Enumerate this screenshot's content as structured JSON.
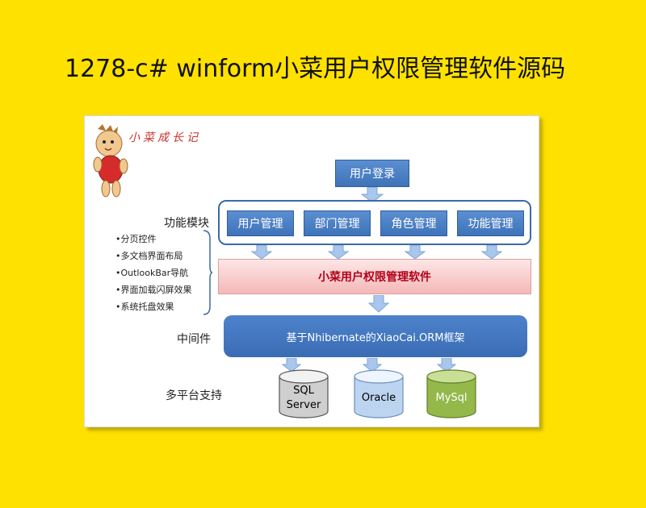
{
  "title": "1278-c# winform小菜用户权限管理软件源码",
  "diagram": {
    "logo_text": "小菜成长记",
    "login_box": "用户登录",
    "section_labels": {
      "modules": "功能模块",
      "middleware": "中间件",
      "platforms": "多平台支持"
    },
    "modules": [
      "用户管理",
      "部门管理",
      "角色管理",
      "功能管理"
    ],
    "features": [
      "•分页控件",
      "•多文档界面布局",
      "•OutlookBar导航",
      "•界面加载闪屏效果",
      "•系统托盘效果"
    ],
    "software_bar": "小菜用户权限管理软件",
    "middleware_bar": "基于Nhibernate的XiaoCai.ORM框架",
    "databases": [
      {
        "name": "SQL\nServer",
        "color": "#cfcfcf"
      },
      {
        "name": "Oracle",
        "color": "#bcd4f0"
      },
      {
        "name": "MySql",
        "color": "#94b84a"
      }
    ],
    "colors": {
      "background": "#FFE100",
      "module_blue": "#4a7fc4",
      "software_text": "#b3001b",
      "arrow": "#a9c6ec"
    }
  }
}
